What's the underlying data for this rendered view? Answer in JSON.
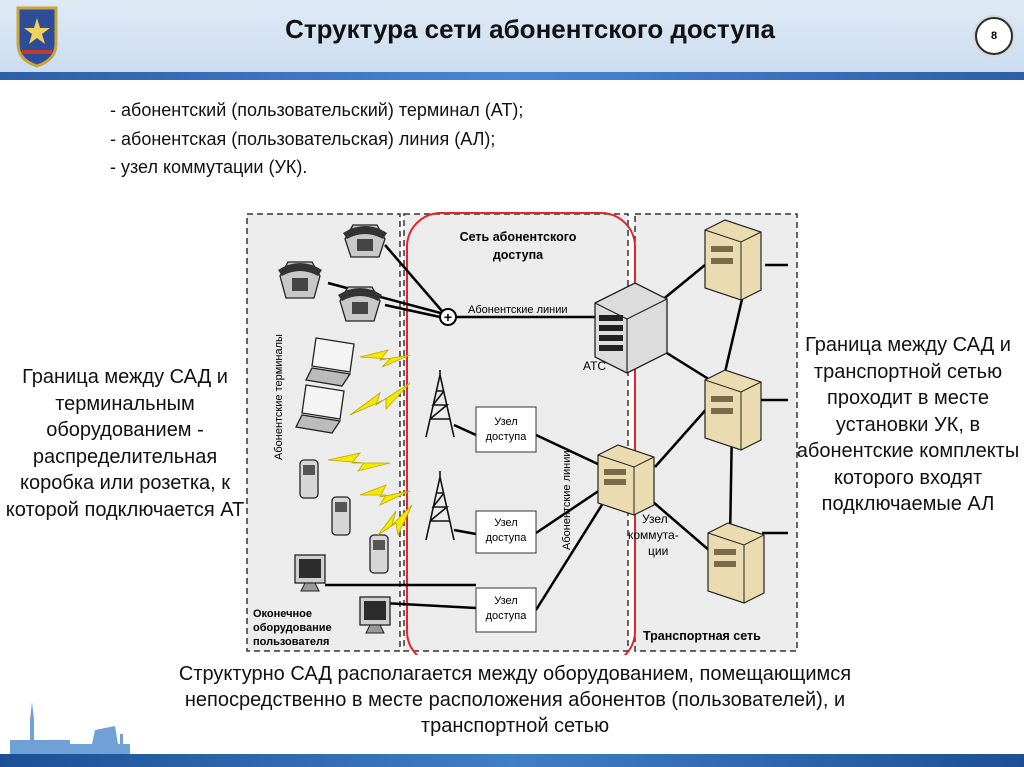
{
  "header": {
    "title": "Структура сети абонентского доступа",
    "page_number": "8"
  },
  "bullets": [
    "- абонентский (пользовательский) терминал (АТ);",
    "- абонентская (пользовательская) линия (АЛ);",
    "- узел коммутации (УК)."
  ],
  "left_note": "Граница между САД и терминальным оборудованием - распределительная коробка или розетка, к которой подключается АТ",
  "right_note": "Граница между САД и транспортной сетью проходит в месте установки УК, в абонентские комплекты которого входят подключаемые АЛ",
  "bottom_note": "Структурно САД располагается между оборудованием, помещающимся непосредственно в месте расположения абонентов (пользователей), и транспортной сетью",
  "diagram": {
    "access_network_title_1": "Сеть абонентского",
    "access_network_title_2": "доступа",
    "subscriber_lines_h": "Абонентские линии",
    "subscriber_lines_v": "Абонентские линии",
    "subscriber_terminals": "Абонентские терминалы",
    "ats": "АТС",
    "access_node_1": "Узел",
    "access_node_2": "доступа",
    "switch_node_1": "Узел",
    "switch_node_2": "коммута-",
    "switch_node_3": "ции",
    "end_equipment_1": "Оконечное",
    "end_equipment_2": "оборудование",
    "end_equipment_3": "пользователя",
    "transport_network": "Транспортная сеть",
    "junction_symbol": "+"
  },
  "colors": {
    "accent_red": "#e0262b",
    "header_blue": "#2c5fa8",
    "panel_gray": "#ececec",
    "lightning_yellow": "#f5e900"
  },
  "icons": [
    "emblem-icon",
    "phone-icon",
    "laptop-icon",
    "mobile-phone-icon",
    "radio-tower-icon",
    "server-icon",
    "pc-monitor-icon",
    "skyline-icon"
  ]
}
